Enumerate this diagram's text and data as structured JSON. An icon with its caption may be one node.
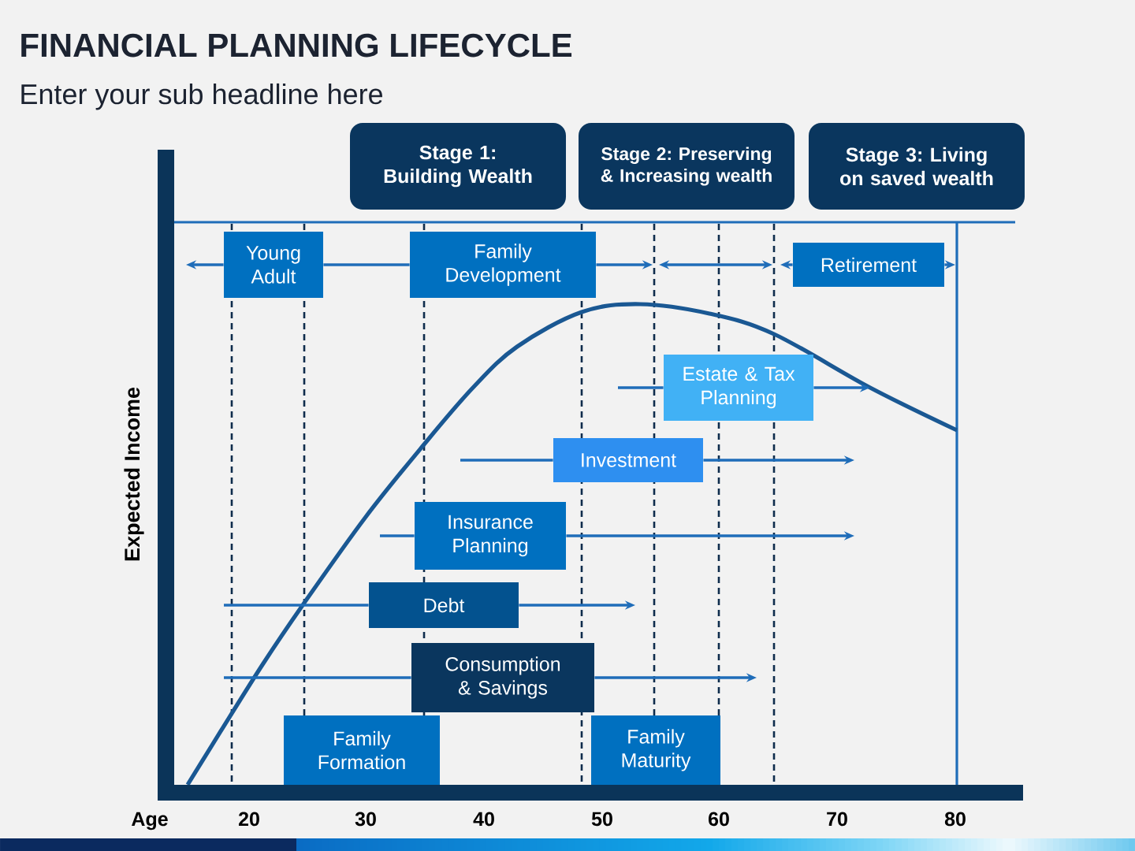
{
  "diagram": {
    "title": "FINANCIAL PLANNING LIFECYCLE",
    "nodes": [
      {
        "text": [
          "Stage 1: Building Wealth"
        ]
      },
      {
        "text": [
          "Stage 2: Preserving & Increasing wealth"
        ]
      },
      {
        "text": [
          "Stage 3: Living on saved wealth"
        ]
      },
      {
        "text": [
          "Young Adult"
        ]
      },
      {
        "text": [
          "Family Development"
        ]
      },
      {
        "text": [
          "Retirement"
        ]
      },
      {
        "text": [
          "Estate & Tax Planning"
        ]
      },
      {
        "text": [
          "Investment"
        ]
      },
      {
        "text": [
          "Insurance Planning"
        ]
      },
      {
        "text": [
          "Debt"
        ]
      },
      {
        "text": [
          "Consumption & Savings"
        ]
      },
      {
        "text": [
          "Family Formation"
        ]
      },
      {
        "text": [
          "Family Maturity"
        ]
      }
    ],
    "edges": [
      {
        "from": 3,
        "to": null,
        "arrow": "to"
      },
      {
        "from": 3,
        "to": 4,
        "arrow": "none"
      },
      {
        "from": 4,
        "to": null,
        "arrow": "to"
      },
      {
        "from": 5,
        "to": null,
        "arrow": "to"
      },
      {
        "from": 5,
        "to": null,
        "arrow": "to"
      },
      {
        "from": null,
        "to": 6,
        "arrow": "none"
      },
      {
        "from": 6,
        "to": null,
        "arrow": "to"
      },
      {
        "from": null,
        "to": 7,
        "arrow": "none"
      },
      {
        "from": 7,
        "to": null,
        "arrow": "to"
      },
      {
        "from": null,
        "to": 8,
        "arrow": "none"
      },
      {
        "from": 8,
        "to": null,
        "arrow": "to"
      },
      {
        "from": null,
        "to": 9,
        "arrow": "none"
      },
      {
        "from": 9,
        "to": null,
        "arrow": "to"
      },
      {
        "from": null,
        "to": 10,
        "arrow": "none"
      },
      {
        "from": 10,
        "to": null,
        "arrow": "to"
      }
    ],
    "labels": [
      "Enter your sub headline here",
      "Expected Income",
      "Age",
      "20",
      "30",
      "40",
      "50",
      "60",
      "70",
      "80"
    ]
  }
}
